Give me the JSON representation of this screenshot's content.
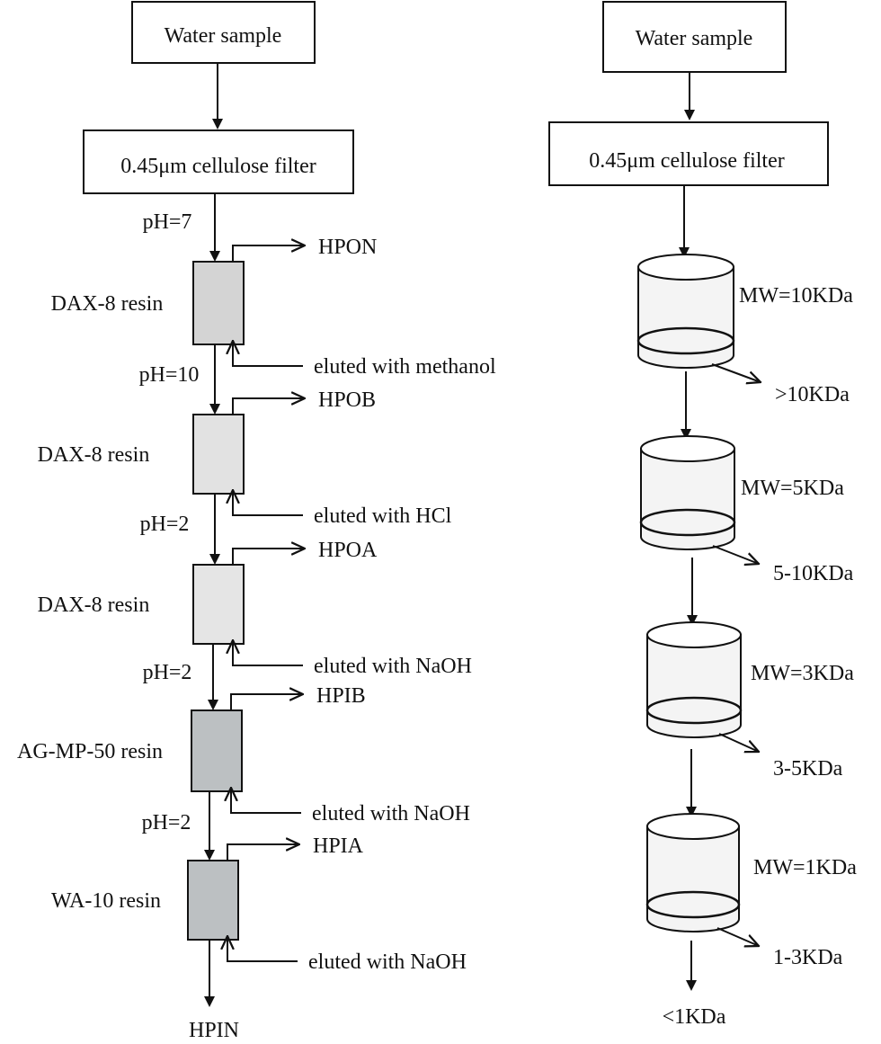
{
  "left": {
    "input": "Water sample",
    "filter": "0.45μm cellulose filter",
    "stages": [
      {
        "ph": "pH=7",
        "resin": "DAX-8 resin",
        "out": "HPON",
        "elution": "eluted with methanol",
        "fill": "#d4d4d4"
      },
      {
        "ph": "pH=10",
        "resin": "DAX-8 resin",
        "out": "HPOB",
        "elution": "eluted with HCl",
        "fill": "#e2e2e2"
      },
      {
        "ph": "pH=2",
        "resin": "DAX-8 resin",
        "out": "HPOA",
        "elution": "eluted with NaOH",
        "fill": "#e5e5e5"
      },
      {
        "ph": "pH=2",
        "resin": "AG-MP-50 resin",
        "out": "HPIB",
        "elution": "eluted with NaOH",
        "fill": "#bcc0c2"
      },
      {
        "ph": "pH=2",
        "resin": "WA-10 resin",
        "out": "HPIA",
        "elution": "eluted with NaOH",
        "fill": "#bcc0c2"
      }
    ],
    "final": "HPIN"
  },
  "right": {
    "input": "Water sample",
    "filter": "0.45μm cellulose filter",
    "membranes": [
      {
        "mw": "MW=10KDa",
        "fraction": ">10KDa"
      },
      {
        "mw": "MW=5KDa",
        "fraction": "5-10KDa"
      },
      {
        "mw": "MW=3KDa",
        "fraction": "3-5KDa"
      },
      {
        "mw": "MW=1KDa",
        "fraction": "1-3KDa"
      }
    ],
    "final": "<1KDa"
  },
  "colors": {
    "stroke": "#111111",
    "cylinder_fill": "#f4f4f4"
  }
}
